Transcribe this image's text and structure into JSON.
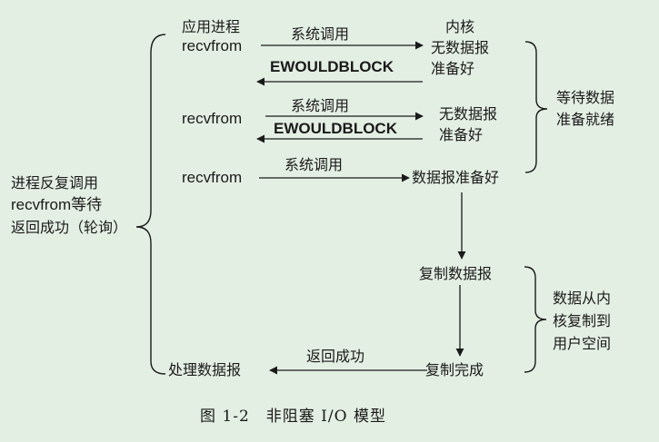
{
  "app_column_title": "应用进程",
  "kernel_column_title": "内核",
  "left_label": {
    "line1": "进程反复调用",
    "line2": "recvfrom等待",
    "line3": "返回成功（轮询）"
  },
  "row1": {
    "call": "recvfrom",
    "syscall": "系统调用",
    "kernel_line1": "无数据报",
    "kernel_line2": "准备好",
    "reply": "EWOULDBLOCK"
  },
  "row2": {
    "call": "recvfrom",
    "syscall": "系统调用",
    "kernel_line1": "无数据报",
    "kernel_line2": "准备好",
    "reply": "EWOULDBLOCK"
  },
  "row3": {
    "call": "recvfrom",
    "syscall": "系统调用",
    "kernel": "数据报准备好"
  },
  "wait_phase": {
    "line1": "等待数据",
    "line2": "准备就绪"
  },
  "copy_datagram": "复制数据报",
  "copy_phase": {
    "line1": "数据从内",
    "line2": "核复制到",
    "line3": "用户空间"
  },
  "copy_done": "复制完成",
  "return_ok": "返回成功",
  "process_datagram": "处理数据报",
  "caption": "图 1-2　非阻塞 I/O 模型"
}
